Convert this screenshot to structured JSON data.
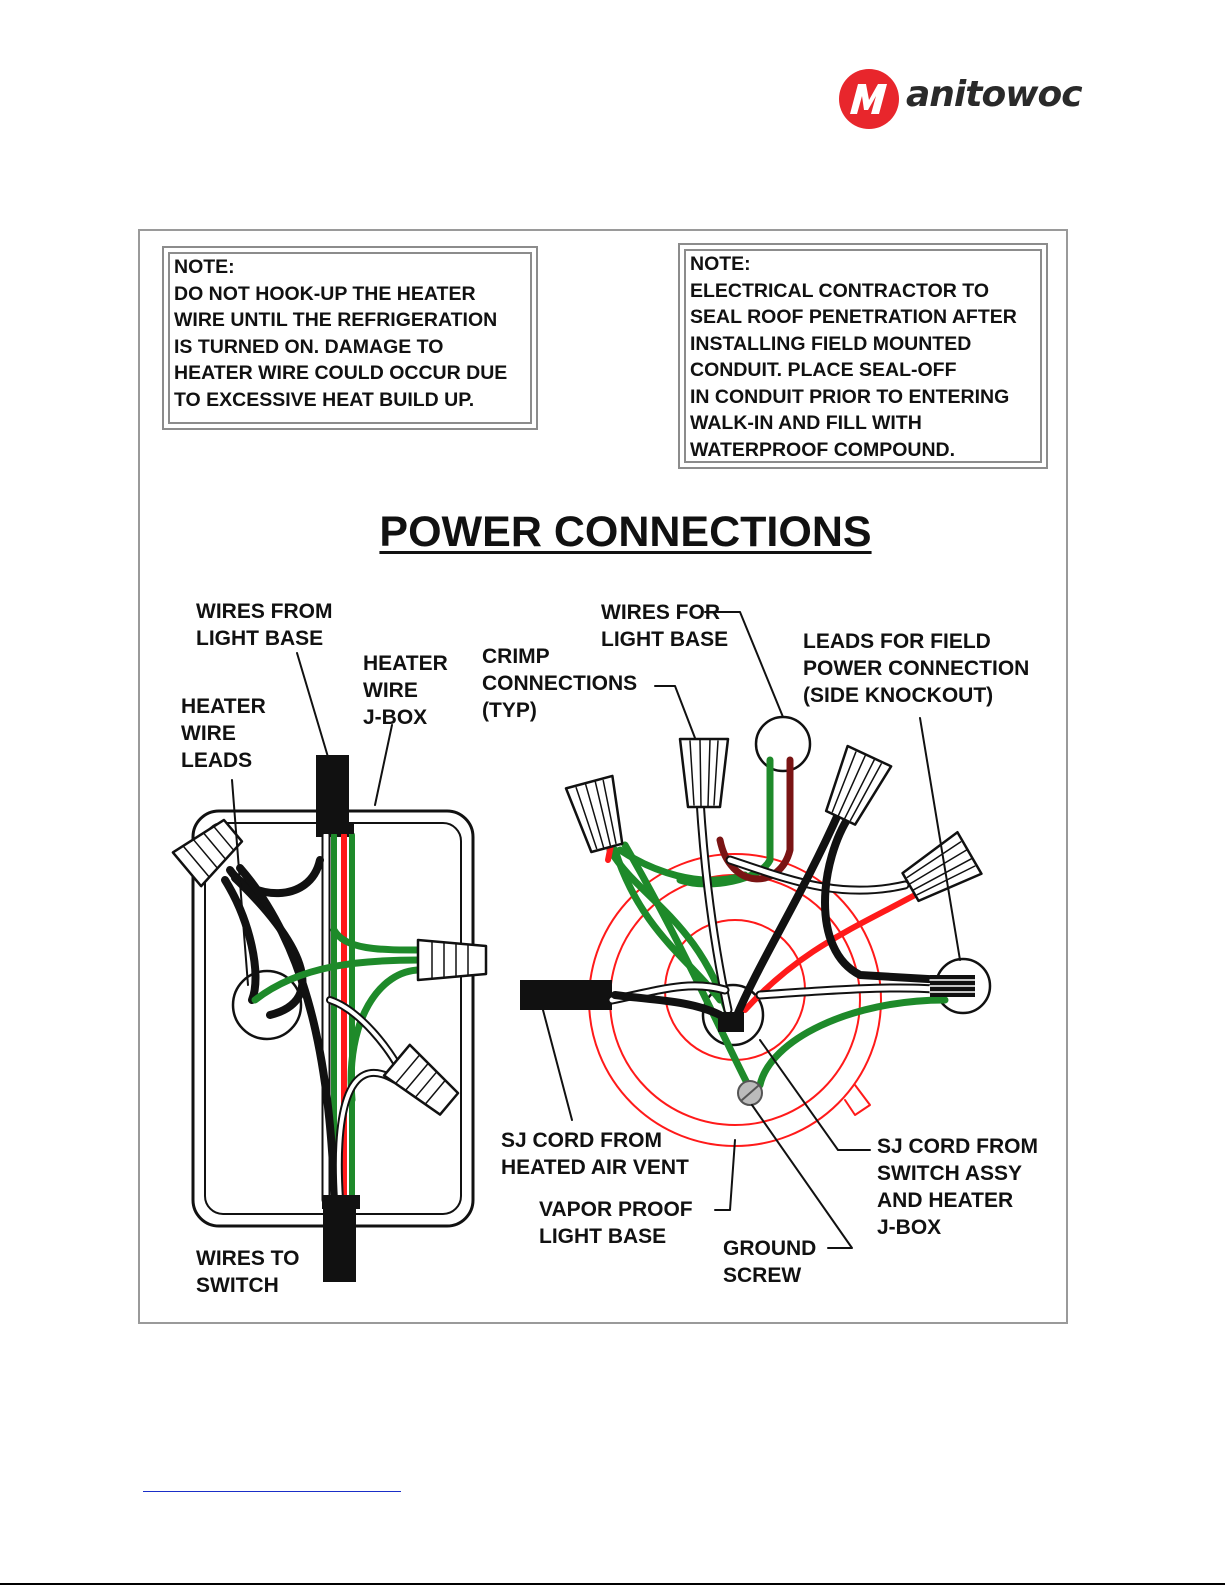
{
  "brand": {
    "logo_text": "anitowoc",
    "logo_color": "#e8262c",
    "lettering": "Manitowoc"
  },
  "notes": [
    {
      "lines": [
        "NOTE:",
        "DO NOT HOOK-UP THE HEATER",
        "WIRE UNTIL THE REFRIGERATION",
        "IS TURNED ON. DAMAGE TO",
        "HEATER WIRE COULD OCCUR DUE",
        "TO EXCESSIVE HEAT BUILD UP."
      ]
    },
    {
      "lines": [
        "NOTE:",
        "ELECTRICAL CONTRACTOR TO",
        "SEAL ROOF PENETRATION AFTER",
        "INSTALLING FIELD MOUNTED",
        "CONDUIT. PLACE SEAL-OFF",
        "IN CONDUIT PRIOR TO ENTERING",
        "WALK-IN AND FILL WITH",
        "WATERPROOF COMPOUND."
      ]
    }
  ],
  "diagram_title": "POWER CONNECTIONS",
  "labels": {
    "wires_from_light_base": [
      "WIRES FROM",
      "LIGHT BASE"
    ],
    "heater_wire_jbox": [
      "HEATER",
      "WIRE",
      "J-BOX"
    ],
    "heater_wire_leads": [
      "HEATER",
      "WIRE",
      "LEADS"
    ],
    "wires_to_switch": [
      "WIRES TO",
      "SWITCH"
    ],
    "crimp_connections": [
      "CRIMP",
      "CONNECTIONS",
      "(TYP)"
    ],
    "wires_for_light_base": [
      "WIRES FOR",
      "LIGHT BASE"
    ],
    "leads_field_power": [
      "LEADS FOR FIELD",
      "POWER CONNECTION",
      "(SIDE KNOCKOUT)"
    ],
    "sj_cord_heated_air_vent": [
      "SJ CORD FROM",
      "HEATED AIR VENT"
    ],
    "vapor_proof_light_base": [
      "VAPOR PROOF",
      "LIGHT BASE"
    ],
    "ground_screw": [
      "GROUND",
      "SCREW"
    ],
    "sj_cord_switch_assy": [
      "SJ CORD FROM",
      "SWITCH ASSY",
      "AND HEATER",
      "J-BOX"
    ]
  },
  "wire_colors": {
    "black": "#111111",
    "green": "#1e8a2a",
    "red": "#ff1a1a",
    "dark_red": "#7a1414",
    "white": "#ffffff"
  }
}
